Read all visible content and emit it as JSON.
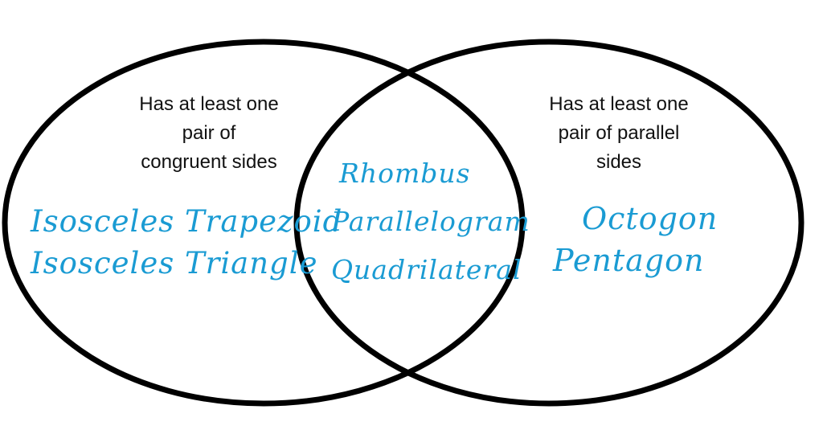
{
  "diagram": {
    "type": "venn",
    "circle_color": "#000000",
    "handwriting_color": "#1a9bd3",
    "left_set": {
      "label_lines": [
        "Has at least one",
        "pair of",
        "congruent sides"
      ],
      "items": [
        "Isosceles Trapezoid",
        "Isosceles Triangle"
      ]
    },
    "right_set": {
      "label_lines": [
        "Has at least one",
        "pair of parallel",
        "sides"
      ],
      "items": [
        "Octogon",
        "Pentagon"
      ]
    },
    "intersection": {
      "items": [
        "Rhombus",
        "Parallelogram",
        "Quadrilateral"
      ]
    }
  }
}
